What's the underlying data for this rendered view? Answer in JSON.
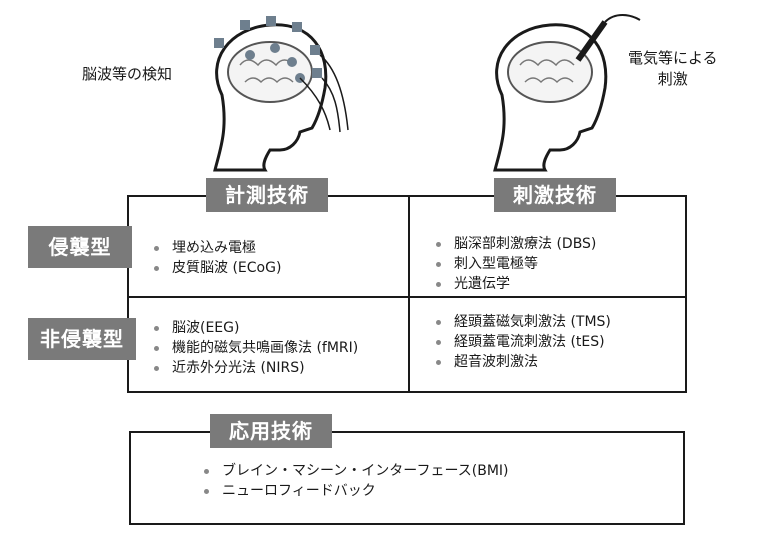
{
  "illustrations": {
    "detect_caption": "脳波等の検知",
    "stimulate_caption": "電気等による\n刺激"
  },
  "table": {
    "col_headers": [
      "計測技術",
      "刺激技術"
    ],
    "row_headers": [
      "侵襲型",
      "非侵襲型"
    ],
    "cells": {
      "invasive_measure": [
        "埋め込み電極",
        "皮質脳波 (ECoG)"
      ],
      "invasive_stimulate": [
        "脳深部刺激療法 (DBS)",
        "刺入型電極等",
        "光遺伝学"
      ],
      "noninvasive_measure": [
        "脳波(EEG)",
        "機能的磁気共鳴画像法 (fMRI)",
        "近赤外分光法 (NIRS)"
      ],
      "noninvasive_stimulate": [
        "経頭蓋磁気刺激法 (TMS)",
        "経頭蓋電流刺激法 (tES)",
        "超音波刺激法"
      ]
    }
  },
  "applications": {
    "header": "応用技術",
    "items": [
      "ブレイン・マシーン・インターフェース(BMI)",
      "ニューロフィードバック"
    ]
  },
  "colors": {
    "badge": "#7a7a7a",
    "border": "#1a1a1a",
    "electrode": "#6e7f8e",
    "bullet": "#888888"
  }
}
